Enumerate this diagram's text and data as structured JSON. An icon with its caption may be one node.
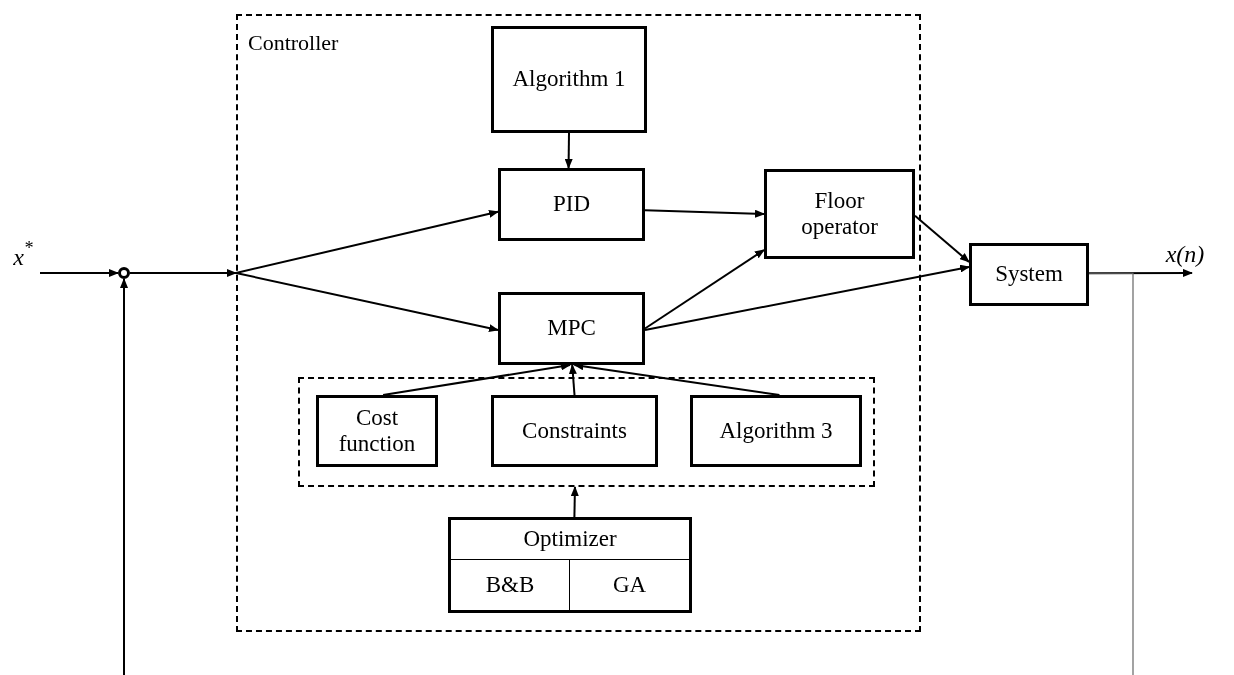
{
  "diagram": {
    "nodes": [
      {
        "text": [
          "Controller"
        ]
      },
      {
        "text": [
          "Algorithm 1"
        ],
        "in": 0
      },
      {
        "text": [
          "PID"
        ],
        "in": 0
      },
      {
        "text": [
          "Floor operator"
        ],
        "in": 0
      },
      {
        "text": [
          "MPC"
        ],
        "in": 0
      },
      {
        "text": [],
        "shape": "box",
        "in": 0
      },
      {
        "text": [
          "Cost function"
        ],
        "in": 5
      },
      {
        "text": [
          "Constraints"
        ],
        "in": 5
      },
      {
        "text": [
          "Algorithm 3"
        ],
        "in": 5
      },
      {
        "text": [
          "Optimizer",
          "B&B",
          "GA"
        ],
        "in": 0
      },
      {
        "text": [
          "System"
        ]
      },
      {
        "text": [
          "x$^{*}$"
        ]
      },
      {
        "text": [],
        "shape": "circle"
      },
      {
        "text": [
          "x(n)"
        ]
      }
    ],
    "edges": [
      {
        "from": 11,
        "to": 12,
        "arrow": "to"
      },
      {
        "from": 12,
        "to": 2,
        "arrow": "to"
      },
      {
        "from": 12,
        "to": 4,
        "arrow": "to"
      },
      {
        "from": 1,
        "to": 2,
        "arrow": "to"
      },
      {
        "from": 2,
        "to": 3,
        "arrow": "to"
      },
      {
        "from": 4,
        "to": 3,
        "arrow": "to"
      },
      {
        "from": 4,
        "to": 10,
        "arrow": "to"
      },
      {
        "from": 3,
        "to": 10,
        "arrow": "to"
      },
      {
        "from": 6,
        "to": 4,
        "arrow": "to"
      },
      {
        "from": 7,
        "to": 4,
        "arrow": "to"
      },
      {
        "from": 8,
        "to": 4,
        "arrow": "to"
      },
      {
        "from": 9,
        "to": 5,
        "arrow": "to"
      },
      {
        "from": 10,
        "to": 13,
        "arrow": "to"
      },
      {
        "from": 10,
        "to": null,
        "arrow": "none",
        "color": "#666666"
      },
      {
        "from": null,
        "to": 12,
        "arrow": "to"
      }
    ]
  }
}
